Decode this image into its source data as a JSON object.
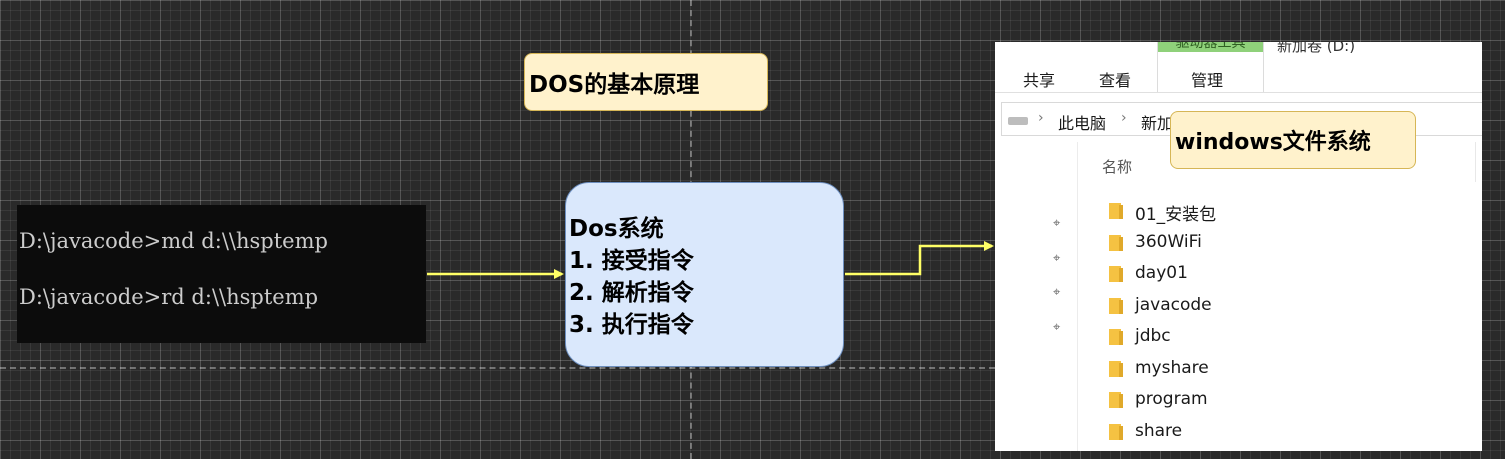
{
  "title": "DOS的基本原理",
  "terminal": {
    "lines": [
      "D:\\javacode>md d:\\\\hsptemp",
      "D:\\javacode>rd d:\\\\hsptemp"
    ]
  },
  "dos_system": {
    "heading": "Dos系统",
    "steps": [
      "1. 接受指令",
      "2. 解析指令",
      "3. 执行指令"
    ]
  },
  "explorer": {
    "tabs": [
      "共享",
      "查看",
      "管理"
    ],
    "tool_group_label": "驱动器工具",
    "drive_label": "新加卷 (D:)",
    "breadcrumb": [
      "此电脑",
      "新加"
    ],
    "column_header": "名称",
    "folders": [
      "01_安装包",
      "360WiFi",
      "day01",
      "javacode",
      "jdbc",
      "myshare",
      "program",
      "share"
    ],
    "pinned_count": 4
  },
  "windows_label": "windows文件系统",
  "colors": {
    "note_fill": "#fff2cc",
    "note_stroke": "#d6b656",
    "process_fill": "#dae8fc",
    "process_stroke": "#6c8ebf",
    "arrow": "#ffff66",
    "folder": "#f5c242"
  },
  "icons": {
    "pin": "pin-icon",
    "folder": "folder-icon",
    "drive": "drive-icon"
  }
}
